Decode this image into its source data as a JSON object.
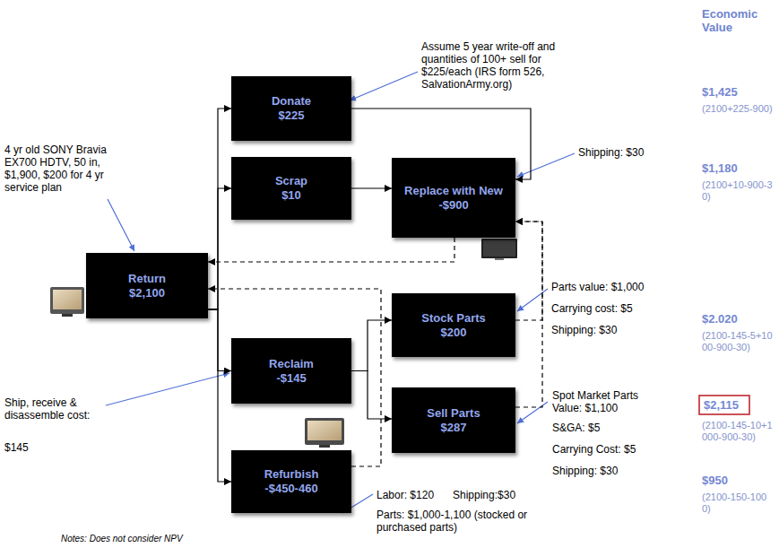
{
  "diagram": {
    "nodes": [
      {
        "text": [
          "Donate",
          "$225"
        ]
      },
      {
        "text": [
          "Scrap",
          "$10"
        ]
      },
      {
        "text": [
          "Replace with New",
          "-$900"
        ]
      },
      {
        "text": [
          "Return",
          "$2,100"
        ]
      },
      {
        "text": [
          "Stock Parts",
          "$200"
        ]
      },
      {
        "text": [
          "Reclaim",
          "-$145"
        ]
      },
      {
        "text": [
          "Sell Parts",
          "$287"
        ]
      },
      {
        "text": [
          "Refurbish",
          "-$450-460"
        ]
      }
    ],
    "edges": [
      {
        "from": 3,
        "to": 0,
        "arrow": "to"
      },
      {
        "from": 3,
        "to": 1,
        "arrow": "to"
      },
      {
        "from": 3,
        "to": 5,
        "arrow": "to"
      },
      {
        "from": 3,
        "to": 7,
        "arrow": "to"
      },
      {
        "from": 0,
        "to": 2,
        "arrow": "to"
      },
      {
        "from": 1,
        "to": 2,
        "arrow": "to"
      },
      {
        "from": 2,
        "to": 3,
        "arrow": "to"
      },
      {
        "from": 5,
        "to": 4,
        "arrow": "to"
      },
      {
        "from": 5,
        "to": 6,
        "arrow": "to"
      },
      {
        "from": 4,
        "to": 2,
        "arrow": "to"
      },
      {
        "from": 6,
        "to": 2,
        "arrow": "to"
      },
      {
        "from": 7,
        "to": 3,
        "arrow": "to"
      }
    ],
    "labels": [
      "4 yr old SONY Bravia EX700 HDTV, 50 in, $1,900, $200 for 4 yr service plan",
      "Assume 5 year write-off and quantities of 100+ sell for $225/each (IRS form 526, SalvationArmy.org)",
      "Shipping: $30",
      "Parts value: $1,000",
      "Carrying cost: $5",
      "Shipping: $30",
      "Ship, receive & disassemble cost:",
      "$145",
      "Spot Market Parts Value: $1,100",
      "S&GA: $5",
      "Carrying Cost: $5",
      "Shipping: $30",
      "Labor: $120",
      "Shipping:$30",
      "Parts: $1,000-1,100 (stocked or purchased parts)",
      "Notes: Does not consider NPV",
      "Economic Value",
      "$1,425",
      "(2100+225-900)",
      "$1,180",
      "(2100+10-900-30)",
      "$2.020",
      "(2100-145-5+1000-900-30)",
      "$2,115",
      "(2100-145-10+1000-900-30)",
      "$950",
      "(2100-150-1000)"
    ]
  }
}
